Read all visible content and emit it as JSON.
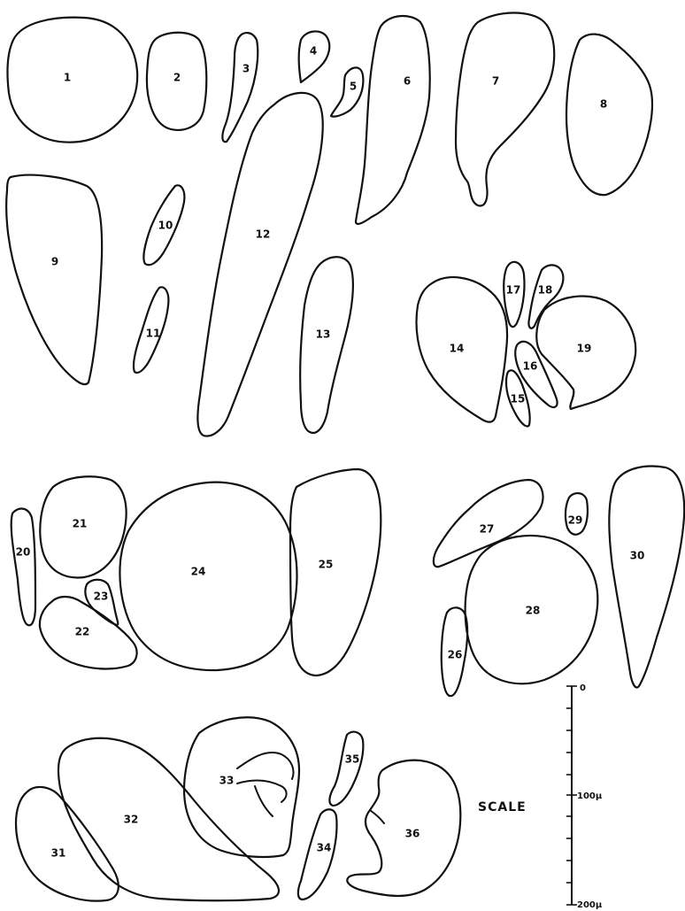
{
  "cells": [
    {
      "id": 1,
      "label": "1"
    },
    {
      "id": 2,
      "label": "2"
    },
    {
      "id": 3,
      "label": "3"
    },
    {
      "id": 4,
      "label": "4"
    },
    {
      "id": 5,
      "label": "5"
    },
    {
      "id": 6,
      "label": "6"
    },
    {
      "id": 7,
      "label": "7"
    },
    {
      "id": 8,
      "label": "8"
    },
    {
      "id": 9,
      "label": "9"
    },
    {
      "id": 10,
      "label": "10"
    },
    {
      "id": 11,
      "label": "11"
    },
    {
      "id": 12,
      "label": "12"
    },
    {
      "id": 13,
      "label": "13"
    },
    {
      "id": 14,
      "label": "14"
    },
    {
      "id": 15,
      "label": "15"
    },
    {
      "id": 16,
      "label": "16"
    },
    {
      "id": 17,
      "label": "17"
    },
    {
      "id": 18,
      "label": "18"
    },
    {
      "id": 19,
      "label": "19"
    },
    {
      "id": 20,
      "label": "20"
    },
    {
      "id": 21,
      "label": "21"
    },
    {
      "id": 22,
      "label": "22"
    },
    {
      "id": 23,
      "label": "23"
    },
    {
      "id": 24,
      "label": "24"
    },
    {
      "id": 25,
      "label": "25"
    },
    {
      "id": 26,
      "label": "26"
    },
    {
      "id": 27,
      "label": "27"
    },
    {
      "id": 28,
      "label": "28"
    },
    {
      "id": 29,
      "label": "29"
    },
    {
      "id": 30,
      "label": "30"
    },
    {
      "id": 31,
      "label": "31"
    },
    {
      "id": 32,
      "label": "32"
    },
    {
      "id": 33,
      "label": "33"
    },
    {
      "id": 34,
      "label": "34"
    },
    {
      "id": 35,
      "label": "35"
    },
    {
      "id": 36,
      "label": "36"
    }
  ],
  "scale": {
    "title": "SCALE",
    "tick_labels": [
      "0",
      "100µ",
      "200µ"
    ]
  }
}
